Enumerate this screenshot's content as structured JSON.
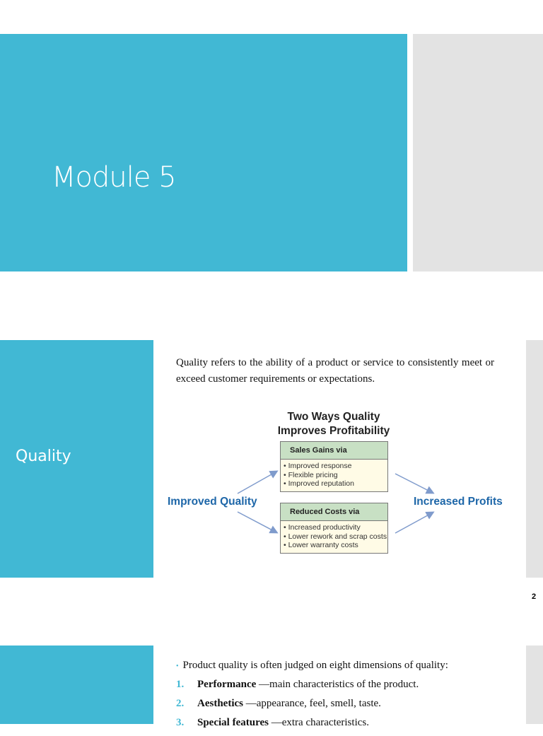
{
  "slide1": {
    "title": "Module 5"
  },
  "slide2": {
    "title": "Quality",
    "paragraph": "Quality refers to the ability of a product or service to consistently meet or exceed customer requirements or expectations.",
    "diagram": {
      "title_line1": "Two Ways Quality",
      "title_line2": "Improves Profitability",
      "left_label": "Improved Quality",
      "right_label": "Increased Profits",
      "box1": {
        "header": "Sales Gains via",
        "items": [
          "Improved response",
          "Flexible pricing",
          "Improved reputation"
        ]
      },
      "box2": {
        "header": "Reduced Costs via",
        "items": [
          "Increased productivity",
          "Lower rework and scrap costs",
          "Lower warranty costs"
        ]
      },
      "arrow_color": "#7f9bcc"
    },
    "page_number": "2"
  },
  "slide3": {
    "intro": "Product quality is often judged on eight dimensions of quality:",
    "items": [
      {
        "num": "1.",
        "term": "Performance",
        "desc": " —main characteristics of the product."
      },
      {
        "num": "2.",
        "term": "Aesthetics",
        "desc": " —appearance, feel, smell, taste."
      },
      {
        "num": "3.",
        "term": "Special features",
        "desc": " —extra characteristics."
      }
    ]
  },
  "colors": {
    "accent": "#41b8d4",
    "panel_gray": "#e3e3e3",
    "label_blue": "#1d66a8"
  }
}
